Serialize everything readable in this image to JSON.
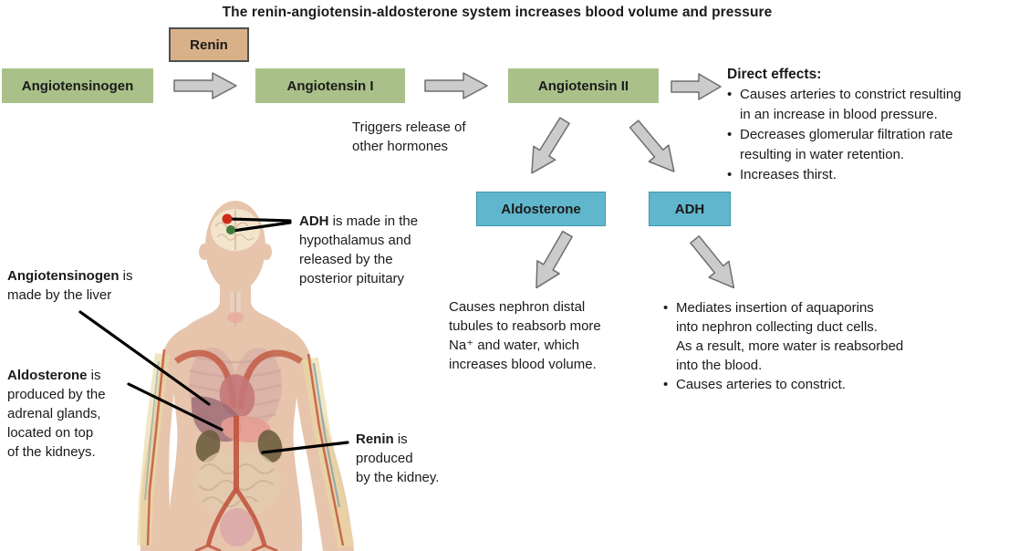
{
  "title": "The renin-angiotensin-aldosterone system increases blood volume and pressure",
  "bullet_char": "•",
  "boxes": {
    "renin": "Renin",
    "angiotensinogen": "Angiotensinogen",
    "angiotensin_i": "Angiotensin I",
    "angiotensin_ii": "Angiotensin II",
    "aldosterone": "Aldosterone",
    "adh": "ADH"
  },
  "triggers_note": {
    "line1": "Triggers release of",
    "line2": "other hormones"
  },
  "direct_effects": {
    "heading": "Direct effects:",
    "bullets": [
      {
        "lines": [
          "Causes arteries to constrict resulting",
          "in an increase in blood pressure."
        ]
      },
      {
        "lines": [
          "Decreases glomerular filtration rate",
          "resulting in water retention."
        ]
      },
      {
        "lines": [
          "Increases thirst."
        ]
      }
    ]
  },
  "aldosterone_effect": {
    "lines": [
      "Causes nephron distal",
      "tubules to reabsorb more",
      "Na⁺ and water, which",
      "increases blood volume."
    ]
  },
  "adh_effects": {
    "bullets": [
      {
        "lines": [
          "Mediates insertion of aquaporins",
          "into nephron collecting duct cells.",
          "As a result, more water is reabsorbed",
          "into the blood."
        ]
      },
      {
        "lines": [
          "Causes arteries to constrict."
        ]
      }
    ]
  },
  "annotations": {
    "adh_note": {
      "bold": "ADH",
      "line1_rest": " is made in the",
      "lines": [
        "hypothalamus and",
        "released by the",
        "posterior pituitary"
      ]
    },
    "angiotensinogen_note": {
      "bold": "Angiotensinogen",
      "line1_rest": " is",
      "lines": [
        "made by the liver"
      ]
    },
    "aldosterone_note": {
      "bold": "Aldosterone",
      "line1_rest": " is",
      "lines": [
        "produced by the",
        "adrenal glands,",
        "located on top",
        "of the kidneys."
      ]
    },
    "renin_note": {
      "bold": "Renin",
      "line1_rest": " is",
      "lines": [
        "produced",
        "by the kidney."
      ]
    }
  },
  "colors": {
    "green_box": "#a9c189",
    "tan_box": "#d9b189",
    "blue_box": "#60b7cd",
    "arrow_fill": "#cbcbcb",
    "arrow_stroke": "#6e6e6e",
    "skin": "#e6c5ac",
    "hypothalamus_dot": "#cf2b1c",
    "pituitary_dot": "#3e7c39",
    "annotation_line": "#000000"
  }
}
